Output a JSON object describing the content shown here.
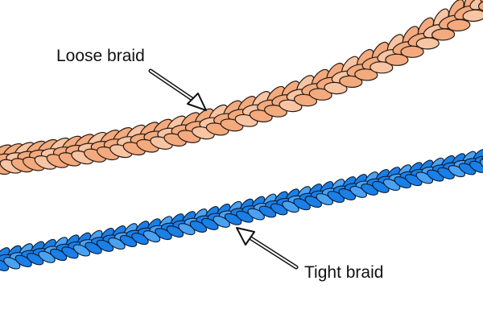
{
  "labels": {
    "loose": "Loose braid",
    "tight": "Tight braid"
  },
  "ropes": {
    "loose": {
      "name": "loose-braid-rope",
      "fill": "#f2aa7e",
      "highlight": "#f7c5a4",
      "stroke": "#2a1a12"
    },
    "tight": {
      "name": "tight-braid-rope",
      "fill": "#1a7fe6",
      "highlight": "#4aa2f2",
      "stroke": "#0a1a33"
    }
  },
  "arrow_color": "#111111"
}
